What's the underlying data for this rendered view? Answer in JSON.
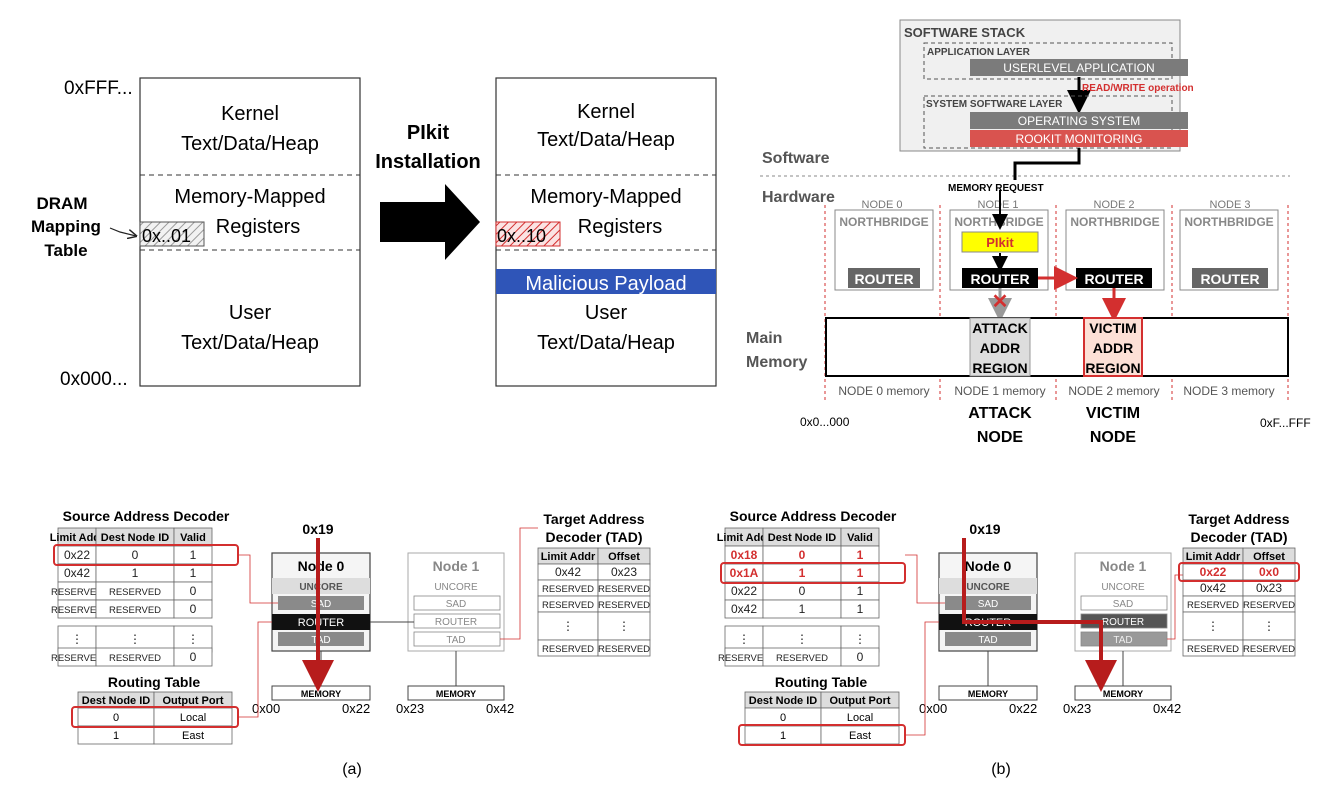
{
  "memmap": {
    "addr_top": "0xFFF...",
    "addr_bottom": "0x000...",
    "left": {
      "kernel": [
        "Kernel",
        "Text/Data/Heap"
      ],
      "mmr": [
        "Memory-Mapped",
        "Registers"
      ],
      "entry": "0x..01",
      "user": [
        "User",
        "Text/Data/Heap"
      ]
    },
    "dram_label": [
      "DRAM",
      "Mapping",
      "Table"
    ],
    "arrow_label": [
      "PIkit",
      "Installation"
    ],
    "right": {
      "kernel": [
        "Kernel",
        "Text/Data/Heap"
      ],
      "mmr": [
        "Memory-Mapped",
        "Registers"
      ],
      "entry": "0x..10",
      "payload": "Malicious Payload",
      "user": [
        "User",
        "Text/Data/Heap"
      ]
    }
  },
  "arch": {
    "software_stack": "SOFTWARE STACK",
    "application_layer": "APPLICATION LAYER",
    "userlevel_app": "USERLEVEL APPLICATION",
    "rw_op": "READ/WRITE operation",
    "system_layer": "SYSTEM SOFTWARE LAYER",
    "os": "OPERATING SYSTEM",
    "rootkit": "ROOKIT MONITORING",
    "software": "Software",
    "hardware": "Hardware",
    "memory_request": "MEMORY REQUEST",
    "nodes": [
      "NODE 0",
      "NODE 1",
      "NODE 2",
      "NODE 3"
    ],
    "northbridge": "NORTHBRIDGE",
    "router": "ROUTER",
    "pikit": "PIkit",
    "main_memory": [
      "Main",
      "Memory"
    ],
    "attack_region": [
      "ATTACK",
      "ADDR",
      "REGION"
    ],
    "victim_region": [
      "VICTIM",
      "ADDR",
      "REGION"
    ],
    "node_mem": [
      "NODE 0 memory",
      "NODE 1 memory",
      "NODE 2 memory",
      "NODE 3 memory"
    ],
    "addr_start": "0x0...000",
    "addr_end": "0xF...FFF",
    "attack_node": [
      "ATTACK",
      "NODE"
    ],
    "victim_node": [
      "VICTIM",
      "NODE"
    ]
  },
  "panel_a": {
    "sad_title": "Source Address Decoder",
    "sad_headers": [
      "Limit Addr",
      "Dest Node ID",
      "Valid"
    ],
    "sad_rows": [
      [
        "0x22",
        "0",
        "1"
      ],
      [
        "0x42",
        "1",
        "1"
      ],
      [
        "RESERVED",
        "RESERVED",
        "0"
      ],
      [
        "RESERVED",
        "RESERVED",
        "0"
      ],
      [
        "⋮",
        "⋮",
        "⋮"
      ],
      [
        "RESERVED",
        "RESERVED",
        "0"
      ]
    ],
    "rt_title": "Routing Table",
    "rt_headers": [
      "Dest Node ID",
      "Output Port"
    ],
    "rt_rows": [
      [
        "0",
        "Local"
      ],
      [
        "1",
        "East"
      ]
    ],
    "req": "0x19",
    "node0": "Node 0",
    "node1": "Node 1",
    "uncore": "UNCORE",
    "sad": "SAD",
    "router": "ROUTER",
    "tad": "TAD",
    "memory": "MEMORY",
    "addr": [
      "0x00",
      "0x22",
      "0x23",
      "0x42"
    ],
    "tad_title": [
      "Target Address",
      "Decoder (TAD)"
    ],
    "tad_headers": [
      "Limit Addr",
      "Offset"
    ],
    "tad_rows": [
      [
        "0x42",
        "0x23"
      ],
      [
        "RESERVED",
        "RESERVED"
      ],
      [
        "RESERVED",
        "RESERVED"
      ],
      [
        "⋮",
        "⋮"
      ],
      [
        "RESERVED",
        "RESERVED"
      ]
    ],
    "caption": "(a)"
  },
  "panel_b": {
    "sad_title": "Source Address Decoder",
    "sad_headers": [
      "Limit Addr",
      "Dest Node ID",
      "Valid"
    ],
    "sad_rows": [
      [
        "0x18",
        "0",
        "1"
      ],
      [
        "0x1A",
        "1",
        "1"
      ],
      [
        "0x22",
        "0",
        "1"
      ],
      [
        "0x42",
        "1",
        "1"
      ],
      [
        "⋮",
        "⋮",
        "⋮"
      ],
      [
        "RESERVED",
        "RESERVED",
        "0"
      ]
    ],
    "rt_title": "Routing Table",
    "rt_headers": [
      "Dest Node ID",
      "Output Port"
    ],
    "rt_rows": [
      [
        "0",
        "Local"
      ],
      [
        "1",
        "East"
      ]
    ],
    "req": "0x19",
    "node0": "Node 0",
    "node1": "Node 1",
    "uncore": "UNCORE",
    "sad": "SAD",
    "router": "ROUTER",
    "tad": "TAD",
    "memory": "MEMORY",
    "addr": [
      "0x00",
      "0x22",
      "0x23",
      "0x42"
    ],
    "tad_title": [
      "Target Address",
      "Decoder (TAD)"
    ],
    "tad_headers": [
      "Limit Addr",
      "Offset"
    ],
    "tad_rows": [
      [
        "0x22",
        "0x0"
      ],
      [
        "0x42",
        "0x23"
      ],
      [
        "RESERVED",
        "RESERVED"
      ],
      [
        "⋮",
        "⋮"
      ],
      [
        "RESERVED",
        "RESERVED"
      ]
    ],
    "caption": "(b)"
  },
  "colors": {
    "red": "#d32f2f",
    "payload_blue": "#2f55b8",
    "pikit_yellow": "#ffff00",
    "victim_fill": "#fde0d6",
    "rootkit_fill": "#d9534f"
  }
}
